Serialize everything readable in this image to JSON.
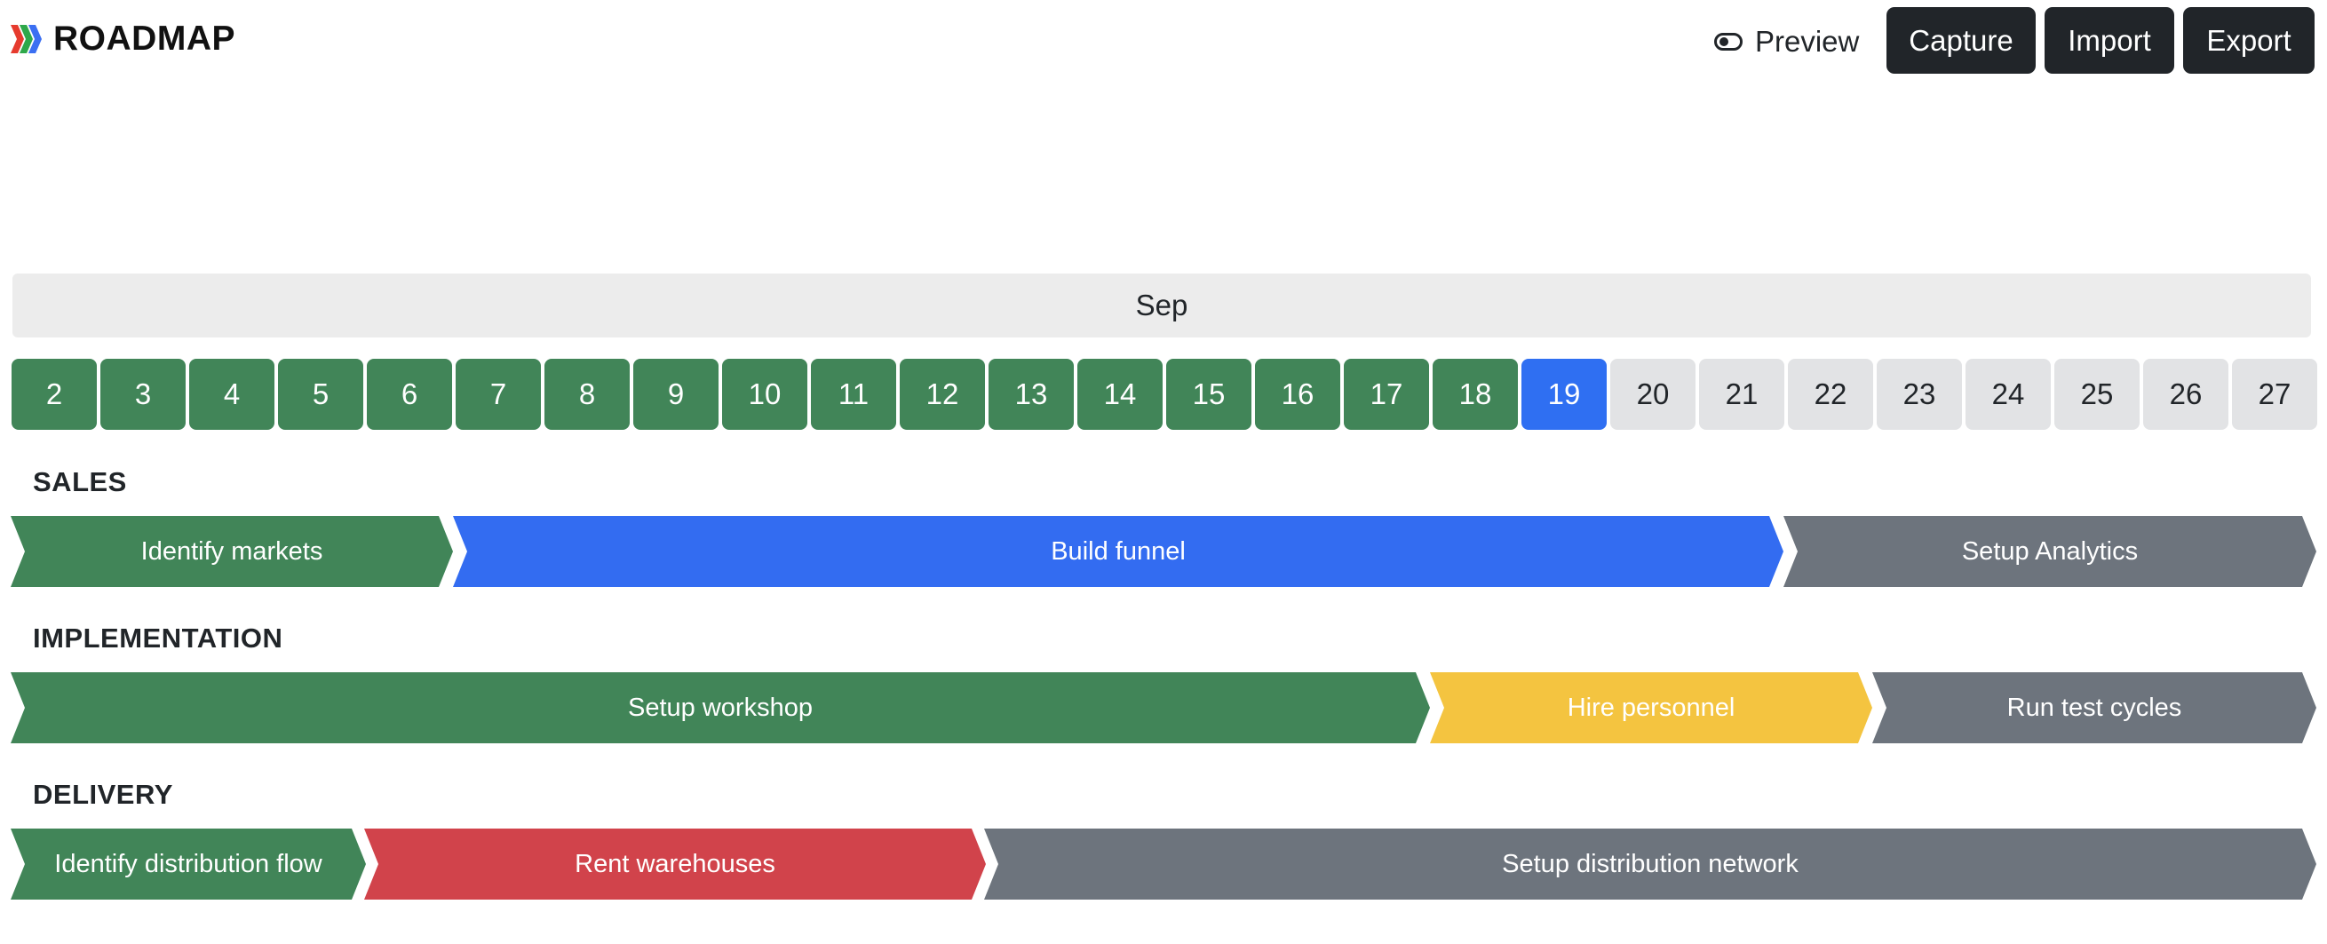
{
  "header": {
    "app_title": "ROADMAP",
    "logo_icon": "triple-chevron-logo-icon",
    "logo_colors": [
      "#e63b2e",
      "#2ea84a",
      "#3b6ff2"
    ],
    "preview_label": "Preview",
    "preview_icon": "toggle-icon",
    "buttons": {
      "capture": "Capture",
      "import": "Import",
      "export": "Export"
    }
  },
  "timeline": {
    "month": "Sep",
    "days": [
      "2",
      "3",
      "4",
      "5",
      "6",
      "7",
      "8",
      "9",
      "10",
      "11",
      "12",
      "13",
      "14",
      "15",
      "16",
      "17",
      "18",
      "19",
      "20",
      "21",
      "22",
      "23",
      "24",
      "25",
      "26",
      "27"
    ],
    "today": "19",
    "colors": {
      "done": "#418558",
      "today": "#2f6ff2",
      "future": "#e2e3e5"
    }
  },
  "groups": [
    {
      "title": "SALES",
      "tasks": [
        {
          "label": "Identify markets",
          "color": "green"
        },
        {
          "label": "Build funnel",
          "color": "blue"
        },
        {
          "label": "Setup Analytics",
          "color": "gray"
        }
      ]
    },
    {
      "title": "IMPLEMENTATION",
      "tasks": [
        {
          "label": "Setup workshop",
          "color": "green"
        },
        {
          "label": "Hire personnel",
          "color": "yellow"
        },
        {
          "label": "Run test cycles",
          "color": "gray"
        }
      ]
    },
    {
      "title": "DELIVERY",
      "tasks": [
        {
          "label": "Identify distribution flow",
          "color": "green"
        },
        {
          "label": "Rent warehouses",
          "color": "red"
        },
        {
          "label": "Setup distribution network",
          "color": "gray"
        }
      ]
    }
  ]
}
